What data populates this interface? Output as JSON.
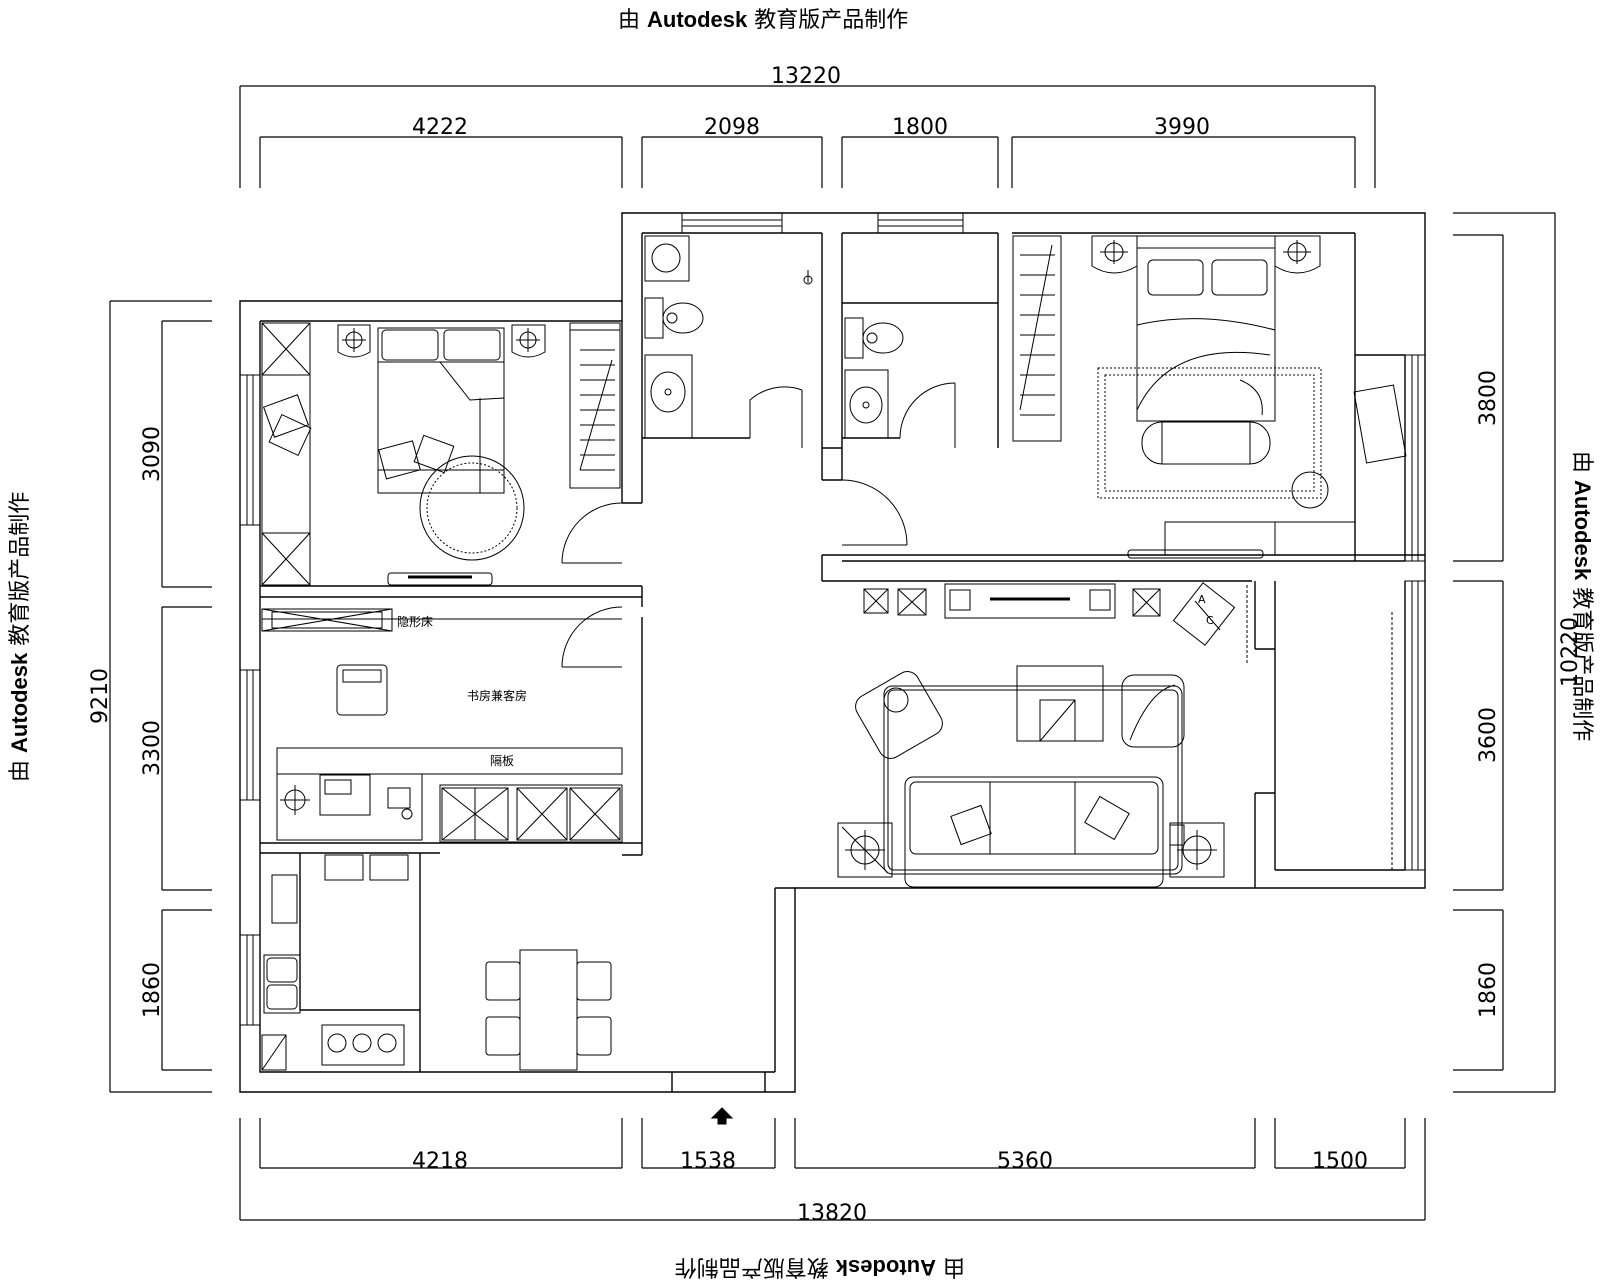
{
  "watermark": {
    "prefix": "由",
    "brand": "Autodesk",
    "suffix": "教育版产品制作"
  },
  "dimensions": {
    "top_total": "13220",
    "top_segments": [
      "4222",
      "2098",
      "1800",
      "3990"
    ],
    "bottom_total": "13820",
    "bottom_segments": [
      "4218",
      "1538",
      "5360",
      "1500"
    ],
    "left_total": "9210",
    "left_segments": [
      "3090",
      "3300",
      "1860"
    ],
    "right_total": "10220",
    "right_segments": [
      "3800",
      "3600",
      "1860"
    ]
  },
  "rooms": {
    "study": "书房兼客房",
    "hidden_bed": "隐形床",
    "partition": "隔板"
  },
  "symbols": {
    "ac_a": "A",
    "ac_c": "C"
  }
}
